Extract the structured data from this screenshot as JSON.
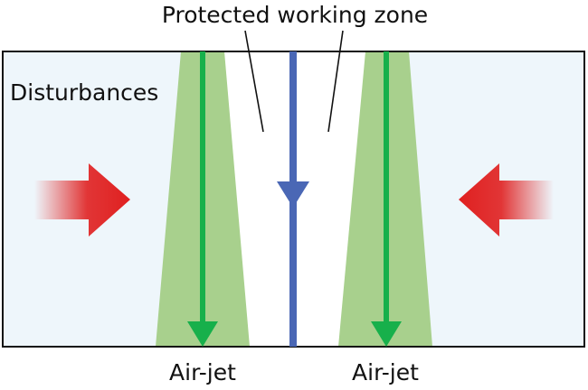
{
  "diagram": {
    "top_label": "Protected working zone",
    "side_label": "Disturbances",
    "jet_left_label": "Air-jet",
    "jet_right_label": "Air-jet"
  },
  "colors": {
    "room_fill": "#eef6fb",
    "frame_stroke": "#111111",
    "jet_cone": "#a8d08d",
    "jet_arrow": "#17b04b",
    "center_flow": "#4a67b5",
    "disturbance_arrow": "#e02020"
  },
  "icons": {
    "disturbance": "right/left arrow (red, faded tail)",
    "jet": "downward arrow (green)",
    "center": "downward arrow (blue)"
  }
}
